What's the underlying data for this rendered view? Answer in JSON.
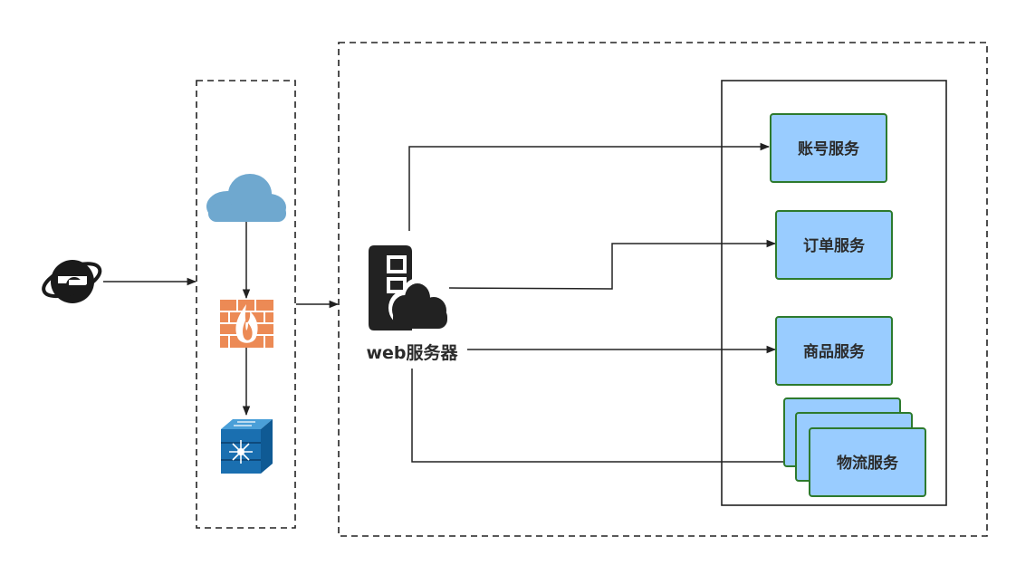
{
  "web_server": {
    "label": "web服务器",
    "icon": "web-server-icon"
  },
  "services": [
    {
      "label": "账号服务"
    },
    {
      "label": "订单服务"
    },
    {
      "label": "商品服务"
    },
    {
      "label": "物流服务",
      "stacked": true
    }
  ],
  "icons": {
    "browser": "internet-explorer-icon",
    "cloud": "cloud-icon",
    "firewall": "firewall-icon",
    "switch": "layer3-switch-icon"
  },
  "colors": {
    "service_fill": "#99ccff",
    "service_border": "#2d7a2d",
    "cloud": "#6fa8cf",
    "firewall": "#ec8a55",
    "switch": "#1a6fb0",
    "line": "#222222"
  }
}
